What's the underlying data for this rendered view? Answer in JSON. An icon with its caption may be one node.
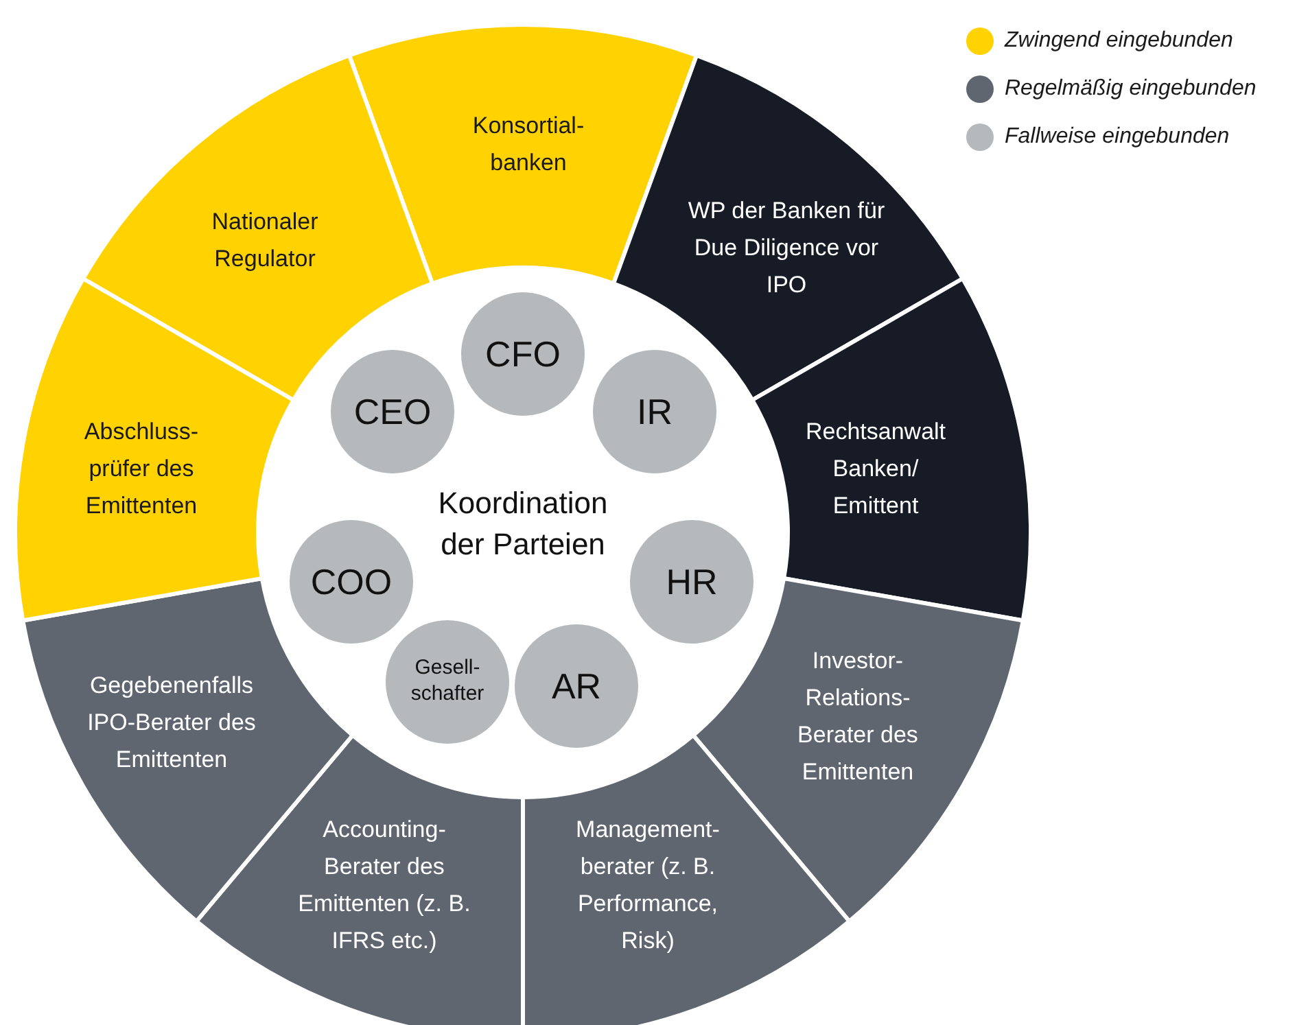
{
  "diagram": {
    "nodes": [
      {
        "text": [
          "Konsortial- banken"
        ]
      },
      {
        "text": [
          "WP der Banken für Due Diligence vor IPO"
        ]
      },
      {
        "text": [
          "Rechtsanwalt Banken/ Emittent"
        ]
      },
      {
        "text": [
          "Investor- Relations- Berater des Emittenten"
        ]
      },
      {
        "text": [
          "Management- berater (z. B. Performance, Risk)"
        ]
      },
      {
        "text": [
          "Accounting- Berater des Emittenten (z. B. IFRS etc.)"
        ]
      },
      {
        "text": [
          "Gegebenenfalls IPO-Berater des Emittenten"
        ]
      },
      {
        "text": [
          "Abschluss- prüfer des Emittenten"
        ]
      },
      {
        "text": [
          "Nationaler Regulator"
        ]
      },
      {
        "text": [
          "Koordination der Parteien"
        ]
      },
      {
        "text": [
          "CFO"
        ],
        "in": 9
      },
      {
        "text": [
          "IR"
        ],
        "in": 9
      },
      {
        "text": [
          "HR"
        ],
        "in": 9
      },
      {
        "text": [
          "AR"
        ],
        "in": 9
      },
      {
        "text": [
          "Gesell- schafter"
        ],
        "in": 9
      },
      {
        "text": [
          "COO"
        ],
        "in": 9
      },
      {
        "text": [
          "CEO"
        ],
        "in": 9
      }
    ],
    "legend": [
      {
        "text": "Zwingend eingebunden",
        "color": "#ffd200"
      },
      {
        "text": "Regelmäßig eingebunden",
        "color": "#5f6670"
      },
      {
        "text": "Fallweise eingebunden",
        "color": "#b5b9bb"
      }
    ]
  }
}
